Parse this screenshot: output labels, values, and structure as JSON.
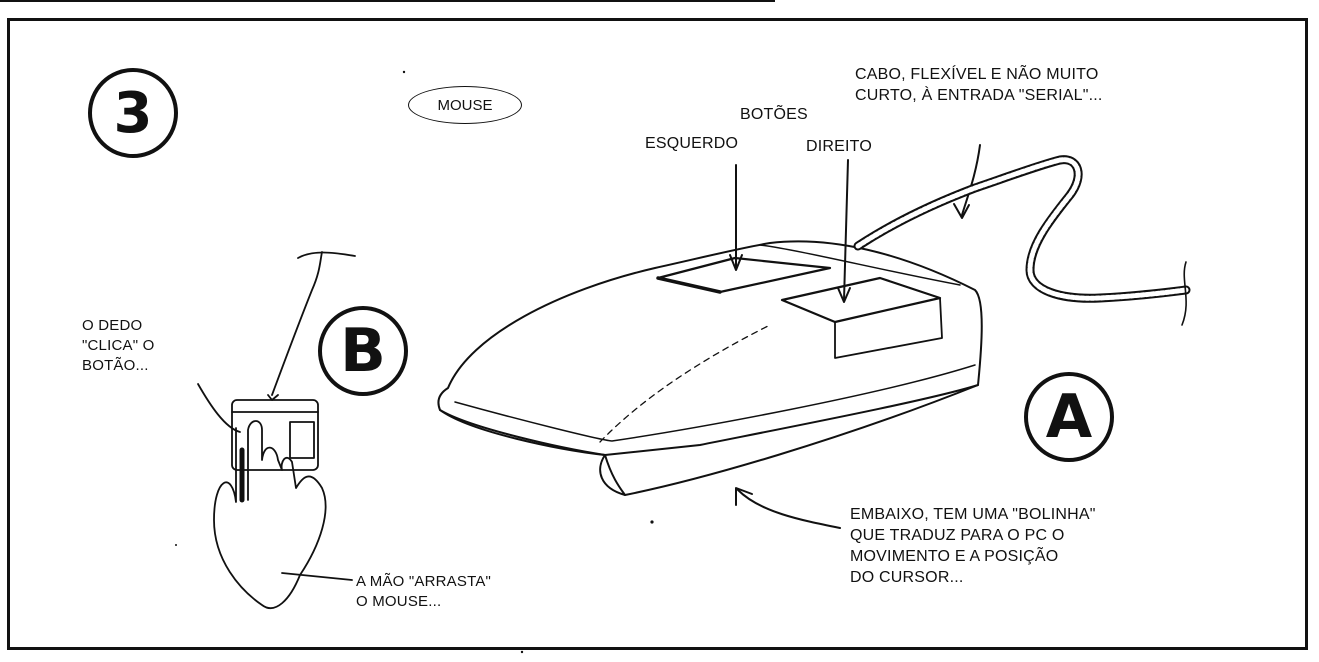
{
  "figure": {
    "number": "3",
    "tag": "MOUSE"
  },
  "parts": {
    "a_letter": "A",
    "b_letter": "B"
  },
  "labels": {
    "buttons_title": "BOTÕES",
    "left_button": "ESQUERDO",
    "right_button": "DIREITO",
    "cable": "CABO, FLEXÍVEL E NÃO MUITO\nCURTO, À ENTRADA \"SERIAL\"...",
    "finger": "O DEDO\n\"CLICA\" O\nBOTÃO...",
    "hand": "A MÃO \"ARRASTA\"\nO MOUSE...",
    "ball": "EMBAIXO, TEM UMA \"BOLINHA\"\nQUE TRADUZ PARA O PC O\nMOVIMENTO E A POSIÇÃO\nDO CURSOR..."
  },
  "icons": [
    "computer-mouse-icon",
    "hand-holding-mouse-icon"
  ]
}
